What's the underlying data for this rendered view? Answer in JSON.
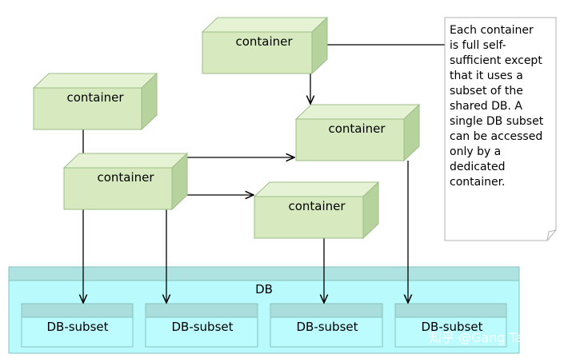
{
  "diagram": {
    "containers": [
      {
        "id": "c-top",
        "label": "container"
      },
      {
        "id": "c-left",
        "label": "container"
      },
      {
        "id": "c-mid-left",
        "label": "container"
      },
      {
        "id": "c-right",
        "label": "container"
      },
      {
        "id": "c-center",
        "label": "container"
      }
    ],
    "db": {
      "label": "DB",
      "subsets": [
        {
          "label": "DB-subset"
        },
        {
          "label": "DB-subset"
        },
        {
          "label": "DB-subset"
        },
        {
          "label": "DB-subset"
        }
      ]
    },
    "note": {
      "lines": [
        "Each container",
        "is full self-",
        "sufficient except",
        "that it uses a",
        "subset of the",
        "shared DB. A",
        "single DB subset",
        "can be accessed",
        "only by a",
        "dedicated",
        "container."
      ]
    },
    "watermark": "知乎 @Gang Tao",
    "colors": {
      "container_face": "#d7eabf",
      "container_top": "#e6f2d4",
      "container_side": "#b6d39d",
      "container_stroke": "#9cbc86",
      "db_band": "#aee3e1",
      "db_body": "#b9fbfd",
      "subset_header": "#a9dedc",
      "subset_body": "#bdfcfe",
      "db_stroke": "#87c2c0"
    }
  }
}
